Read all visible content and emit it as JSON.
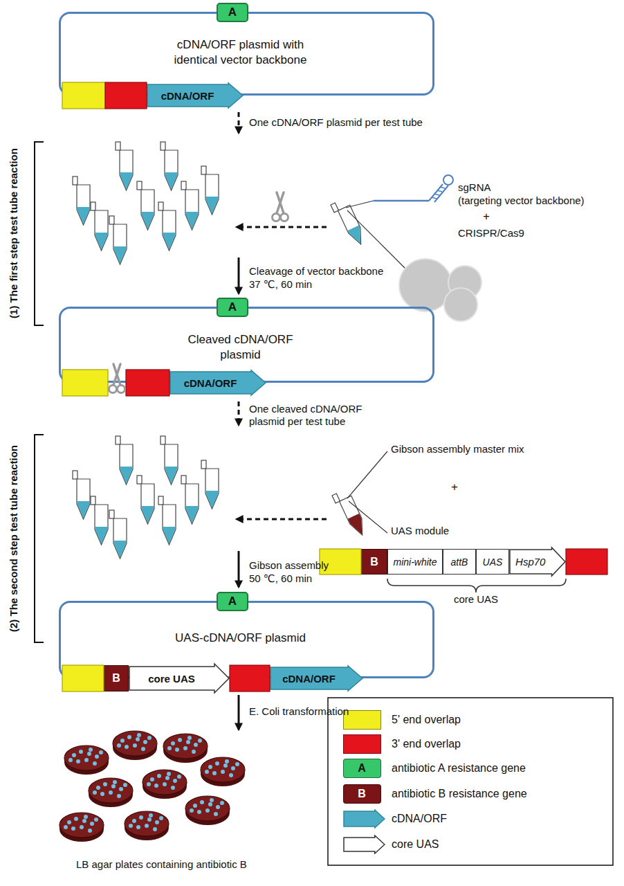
{
  "diagram": {
    "nodes": [
      {
        "text": [
          "cDNA/ORF plasmid with identical vector backbone"
        ]
      },
      {
        "text": [
          "A"
        ],
        "in": 0
      },
      {
        "text": [
          "cDNA/ORF"
        ],
        "in": 0
      },
      {
        "text": [
          "Cleaved cDNA/ORF plasmid"
        ]
      },
      {
        "text": [
          "A"
        ],
        "in": 3
      },
      {
        "text": [
          "cDNA/ORF"
        ],
        "in": 3
      },
      {
        "text": [
          "B"
        ]
      },
      {
        "text": [
          "mini-white"
        ]
      },
      {
        "text": [
          "attB"
        ]
      },
      {
        "text": [
          "UAS"
        ]
      },
      {
        "text": [
          "Hsp70"
        ]
      },
      {
        "text": [
          "UAS-cDNA/ORF plasmid"
        ]
      },
      {
        "text": [
          "A"
        ],
        "in": 11
      },
      {
        "text": [
          "B"
        ],
        "in": 11
      },
      {
        "text": [
          "core UAS"
        ],
        "in": 11
      },
      {
        "text": [
          "cDNA/ORF"
        ],
        "in": 11
      }
    ],
    "labels": [
      "One cDNA/ORF plasmid per test tube",
      "(1) The first step test tube reaction",
      "sgRNA",
      "(targeting vector backbone)",
      "+",
      "CRISPR/Cas9",
      "Cleavage of vector backbone",
      "37 ℃, 60 min",
      "One cleaved cDNA/ORF plasmid per test tube",
      "(2) The second step test tube reaction",
      "Gibson assembly master mix",
      "+",
      "UAS module",
      "core UAS",
      "Gibson assembly",
      "50 ℃, 60 min",
      "E. Coli transformation",
      "LB agar plates containing antibiotic B",
      "A",
      "B"
    ],
    "legend": [
      {
        "text": "5' end overlap",
        "color": "#f2ee1d"
      },
      {
        "text": "3' end overlap",
        "color": "#e3141c"
      },
      {
        "text": "antibiotic A resistance gene",
        "color": "#36c76a"
      },
      {
        "text": "antibiotic B resistance gene",
        "color": "#7b1416"
      },
      {
        "text": "cDNA/ORF"
      },
      {
        "text": "core UAS"
      }
    ]
  }
}
